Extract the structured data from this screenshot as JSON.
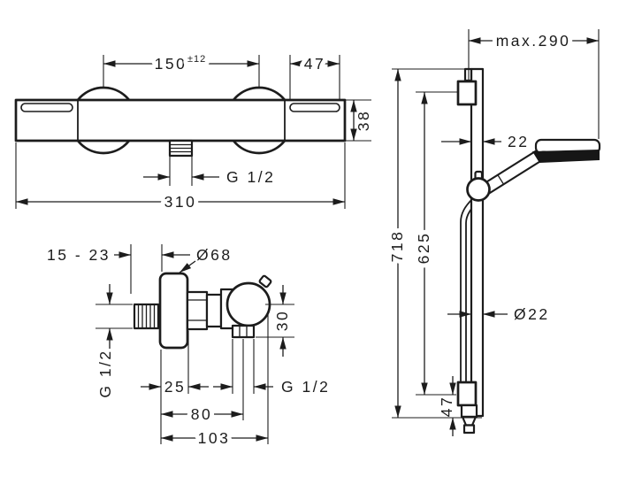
{
  "colors": {
    "line": "#1c1c1c",
    "background": "#ffffff",
    "spray_face": "#161616"
  },
  "front_view": {
    "center_distance": "150",
    "center_distance_tolerance": "±12",
    "handle_length": "47",
    "body_height": "38",
    "total_width": "310",
    "outlet_thread": "G 1/2"
  },
  "side_view": {
    "wall_adjustment": "15 - 23",
    "escutcheon_diameter": "Ø68",
    "inlet_thread": "G 1/2",
    "outlet_drop": "30",
    "escutcheon_to_nut": "25",
    "escutcheon_to_outlet": "80",
    "total_depth": "103",
    "outlet_thread": "G 1/2"
  },
  "rail_view": {
    "max_reach": "max.290",
    "bar_width": "22",
    "total_height": "718",
    "bar_length": "625",
    "bar_diameter": "Ø22",
    "bottom_offset": "47"
  }
}
